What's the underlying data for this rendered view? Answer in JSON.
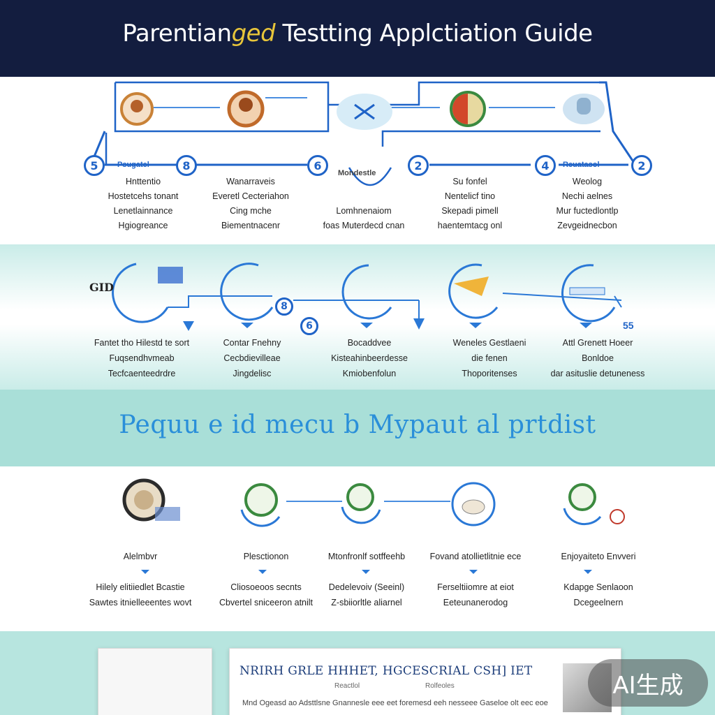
{
  "header": {
    "title_part1": "Parentian",
    "title_accent": "ged",
    "title_part2": " Testting Applctiation Guide"
  },
  "row1": {
    "badges": [
      "5",
      "8",
      "6",
      "2",
      "4",
      "2"
    ],
    "labels": [
      "Psugatel",
      "Mondestle",
      "Reuatasol"
    ],
    "steps": [
      {
        "lines": [
          "Hnttentio",
          "Hostetcehs tonant",
          "Lenetlainnance",
          "Hgiogreance"
        ]
      },
      {
        "lines": [
          "Wanarraveis",
          "Everetl Cecteriahon",
          "Cing mche",
          "Biementnacenr"
        ]
      },
      {
        "lines": [
          "Lomhnenaiom",
          "foas Muterdecd cnan"
        ]
      },
      {
        "lines": [
          "Su fonfel",
          "Nentelicf tino",
          "Skepadi pimell",
          "haentemtacg onl"
        ]
      },
      {
        "lines": [
          "Weolog",
          "Nechi aelnes",
          "Mur fuctedlontlp",
          "Zevgeidnecbon"
        ]
      }
    ]
  },
  "row2": {
    "small_labels": [
      "GID",
      "8",
      "6",
      "55"
    ],
    "steps": [
      {
        "lines": [
          "Fantet tho Hilestd te sort",
          "Fuqsendhvmeab",
          "Tecfcaenteedrdre"
        ]
      },
      {
        "lines": [
          "Contar Fnehny",
          "Cecbdievilleae",
          "Jingdelisc"
        ]
      },
      {
        "lines": [
          "Bocaddvee",
          "Kisteahinbeerdesse",
          "Kmiobenfolun"
        ]
      },
      {
        "lines": [
          "Weneles Gestlaeni",
          "die fenen",
          "Thoporitenses"
        ]
      },
      {
        "lines": [
          "Attl Grenett Hoeer",
          "Bonldoe",
          "dar asituslie detuneness"
        ]
      }
    ]
  },
  "banner": {
    "text": "Pequu e id mecu b Mypaut al prtdist"
  },
  "row4": {
    "steps": [
      {
        "lines": [
          "Alelmbvr",
          "",
          "Hilely elitiiedlet Bcastie",
          "Sawtes itnielleeentes wovt"
        ]
      },
      {
        "lines": [
          "Plesctionon",
          "",
          "Cliosoeoos secnts",
          "Cbvertel sniceeron atnilt"
        ]
      },
      {
        "lines": [
          "Mtonfronlf sotffeehb",
          "",
          "Dedelevoiv (Seeinl)",
          "Z-sbiiorltle aliarnel"
        ]
      },
      {
        "lines": [
          "Fovand atollietlitnie ece",
          "",
          "Ferseltiiomre at eiot",
          "Eeteunanerodog"
        ]
      },
      {
        "lines": [
          "Enjoyaiteto Envveri",
          "",
          "Kdapge Senlaoon",
          "Dcegeelnern"
        ]
      }
    ]
  },
  "card": {
    "title": "NRIRH GRLE HHHET, HGCESCRIAL CSH] IET",
    "sub1": "Reactlol",
    "sub2": "Rolfeoles",
    "body": "Mnd Ogeasd ao Adsttlsne Gnannesle eee eet foremesd eeh nesseee Gaseloe olt eec eoe"
  },
  "watermark": {
    "text": "AI生成"
  },
  "colors": {
    "header_bg": "#131d3f",
    "accent_yellow": "#e8c53a",
    "line_blue": "#1f63c7",
    "teal_band": "#a9dfd8",
    "banner_text": "#2a8fd9"
  }
}
